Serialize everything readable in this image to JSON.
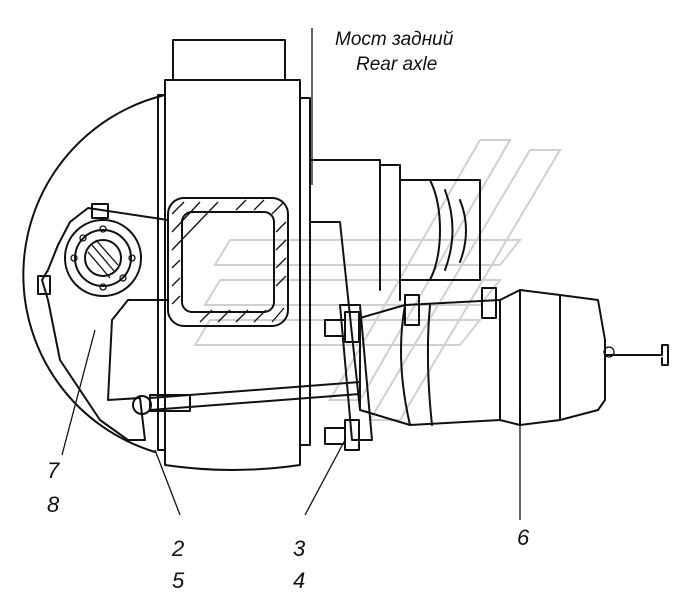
{
  "labels": {
    "axle_ru": "Мост задний",
    "axle_en": "Rear axle",
    "c7": "7",
    "c8": "8",
    "c2": "2",
    "c5": "5",
    "c3": "3",
    "c4": "4",
    "c6": "6"
  }
}
